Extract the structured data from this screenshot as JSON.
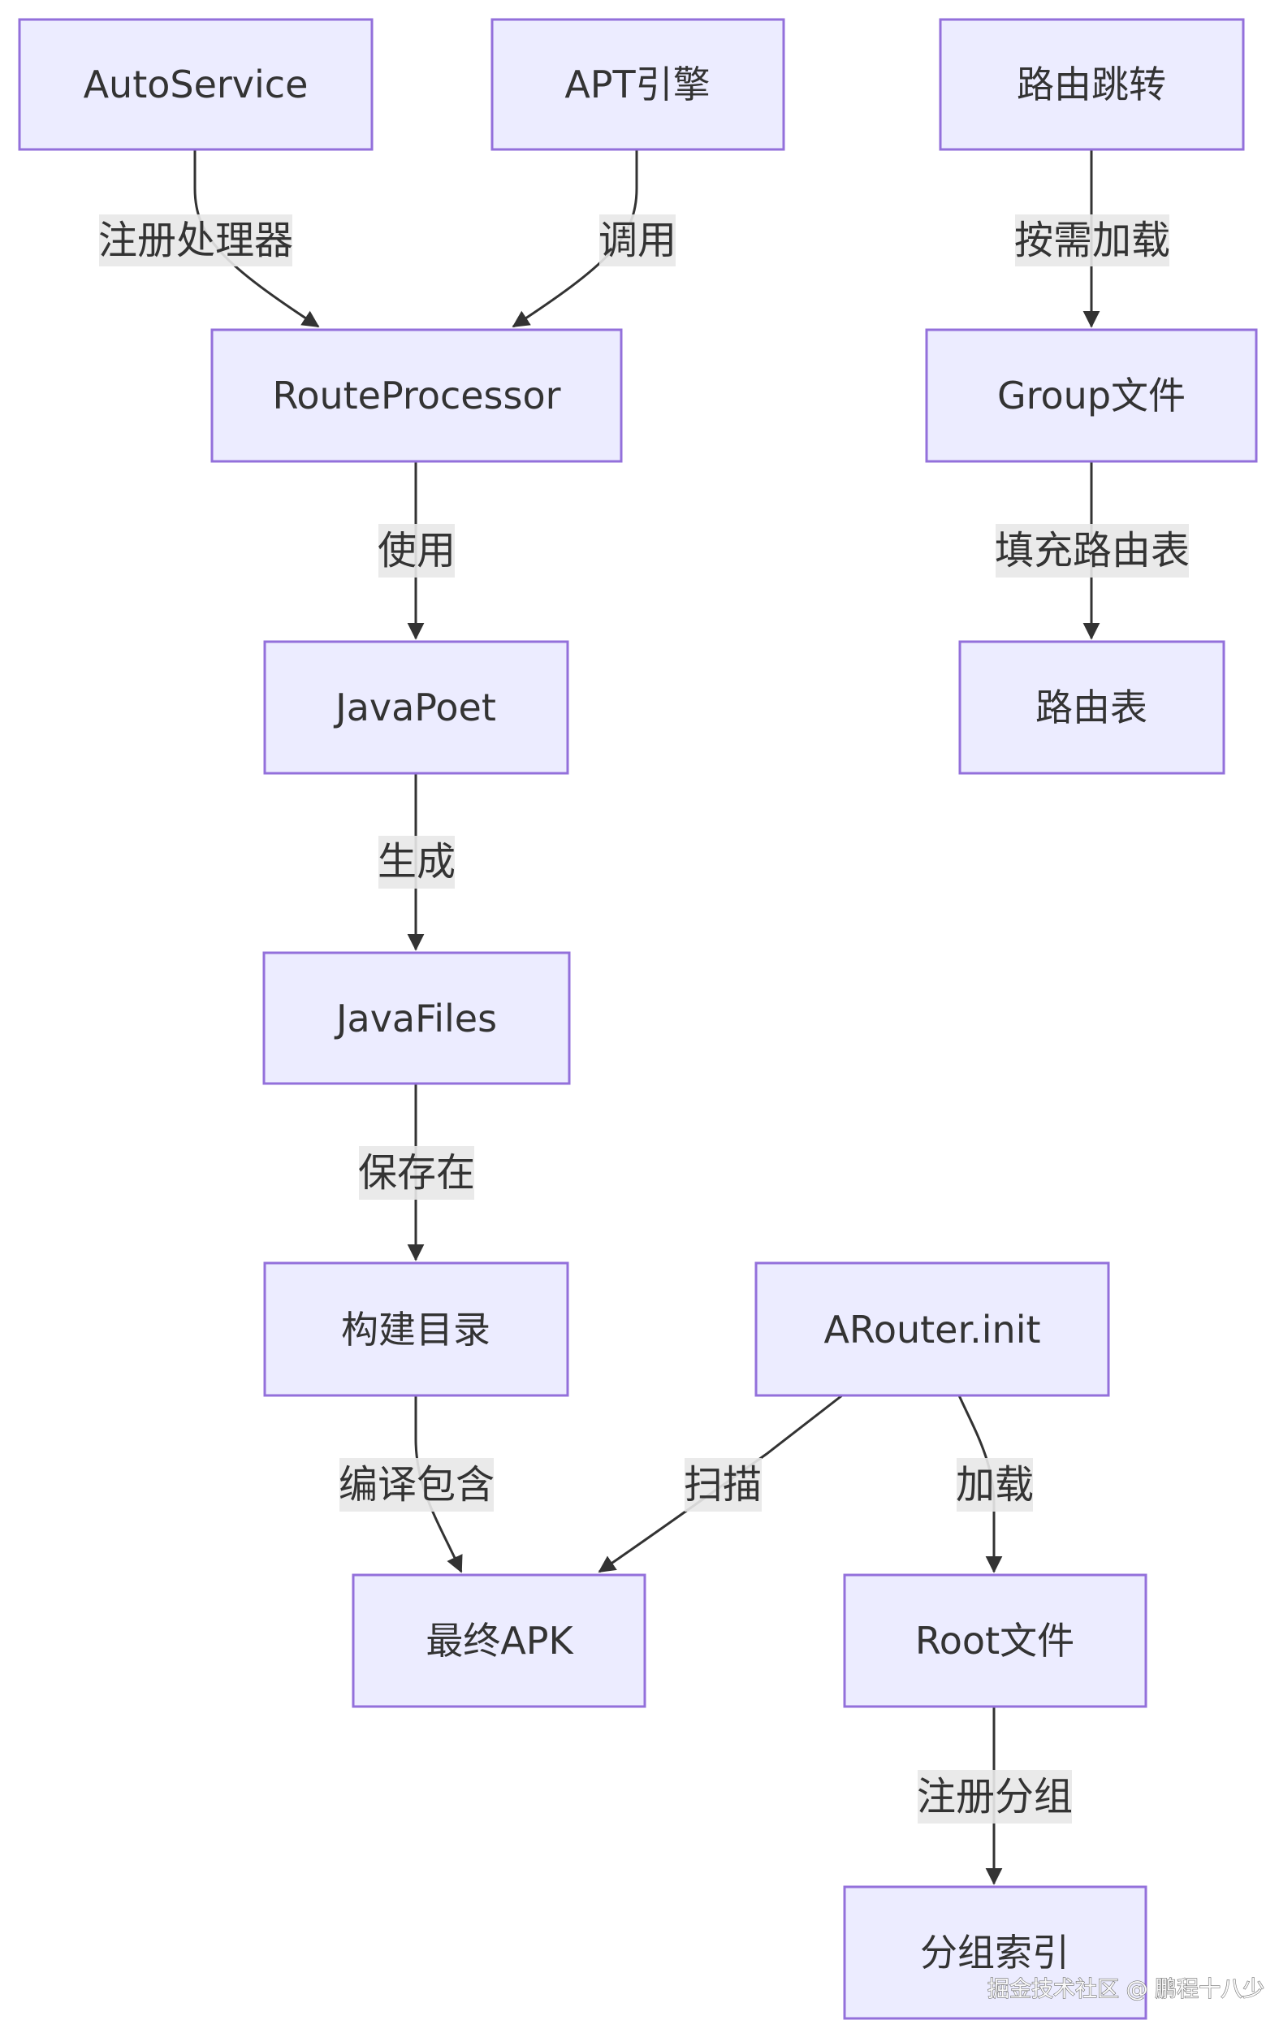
{
  "nodes": {
    "autoservice": "AutoService",
    "apt": "APT引擎",
    "route_jump": "路由跳转",
    "route_processor": "RouteProcessor",
    "group_file": "Group文件",
    "javapoet": "JavaPoet",
    "route_table": "路由表",
    "javafiles": "JavaFiles",
    "build_dir": "构建目录",
    "arouter_init": "ARouter.init",
    "final_apk": "最终APK",
    "root_file": "Root文件",
    "group_index": "分组索引"
  },
  "edges": [
    {
      "from": "autoservice",
      "to": "route_processor",
      "label": "注册处理器"
    },
    {
      "from": "apt",
      "to": "route_processor",
      "label": "调用"
    },
    {
      "from": "route_jump",
      "to": "group_file",
      "label": "按需加载"
    },
    {
      "from": "route_processor",
      "to": "javapoet",
      "label": "使用"
    },
    {
      "from": "group_file",
      "to": "route_table",
      "label": "填充路由表"
    },
    {
      "from": "javapoet",
      "to": "javafiles",
      "label": "生成"
    },
    {
      "from": "javafiles",
      "to": "build_dir",
      "label": "保存在"
    },
    {
      "from": "build_dir",
      "to": "final_apk",
      "label": "编译包含"
    },
    {
      "from": "arouter_init",
      "to": "final_apk",
      "label": "扫描"
    },
    {
      "from": "arouter_init",
      "to": "root_file",
      "label": "加载"
    },
    {
      "from": "root_file",
      "to": "group_index",
      "label": "注册分组"
    }
  ],
  "watermark": "掘金技术社区 @ 鹏程十八少",
  "colors": {
    "node_fill": "#ECECFF",
    "node_stroke": "#9370DB",
    "edge_stroke": "#333333",
    "label_background": "#E8E8E8",
    "text": "#333333"
  }
}
